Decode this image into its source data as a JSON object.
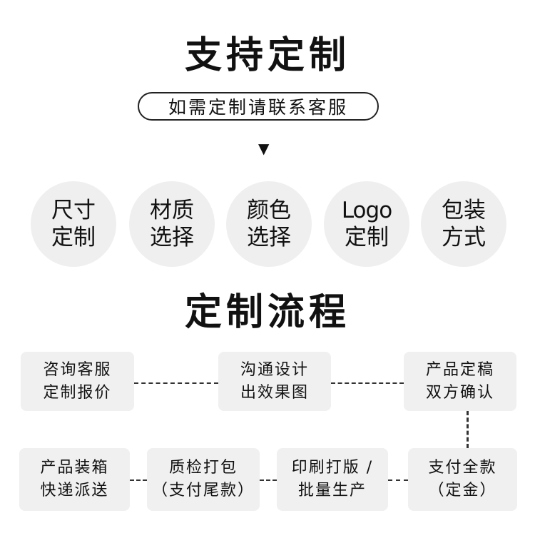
{
  "header": {
    "title": "支持定制",
    "subtitle": "如需定制请联系客服",
    "arrow": "▼"
  },
  "options": [
    {
      "line1": "尺寸",
      "line2": "定制"
    },
    {
      "line1": "材质",
      "line2": "选择"
    },
    {
      "line1": "颜色",
      "line2": "选择"
    },
    {
      "line1": "Logo",
      "line2": "定制"
    },
    {
      "line1": "包装",
      "line2": "方式"
    }
  ],
  "process": {
    "title": "定制流程",
    "steps": [
      {
        "line1": "咨询客服",
        "line2": "定制报价"
      },
      {
        "line1": "沟通设计",
        "line2": "出效果图"
      },
      {
        "line1": "产品定稿",
        "line2": "双方确认"
      },
      {
        "line1": "支付全款",
        "line2": "（定金）"
      },
      {
        "line1": "印刷打版 /",
        "line2": "批量生产"
      },
      {
        "line1": "质检打包",
        "line2": "（支付尾款）"
      },
      {
        "line1": "产品装箱",
        "line2": "快递派送"
      }
    ]
  }
}
